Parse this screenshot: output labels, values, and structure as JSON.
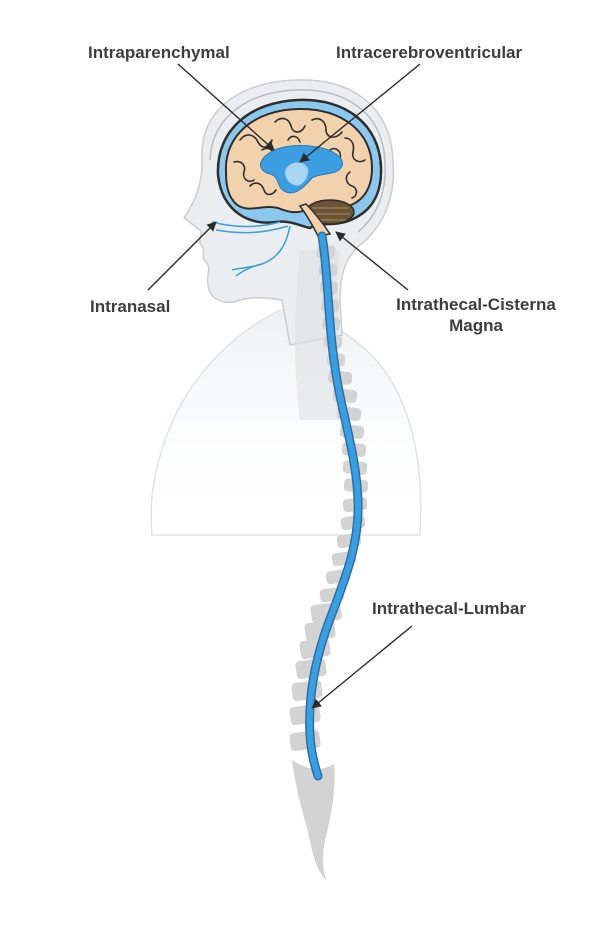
{
  "labels": {
    "intraparenchymal": "Intraparenchymal",
    "intracerebroventricular": "Intracerebroventricular",
    "intranasal": "Intranasal",
    "cisterna_line1": "Intrathecal-Cisterna",
    "cisterna_line2": "Magna",
    "lumbar": "Intrathecal-Lumbar"
  },
  "colors": {
    "body_fill": "#eceff2",
    "body_outline": "#c9ced3",
    "brain_fill": "#f2d2ad",
    "brain_outline": "#2e2e2e",
    "cerebellum_fill": "#6b5435",
    "csf_blue": "#3b9ee0",
    "vertebra_gray": "#d3d3d3",
    "text": "#3d3d3d",
    "arrow": "#2b2b2b"
  },
  "icons": {
    "arrow": "arrow-icon"
  }
}
